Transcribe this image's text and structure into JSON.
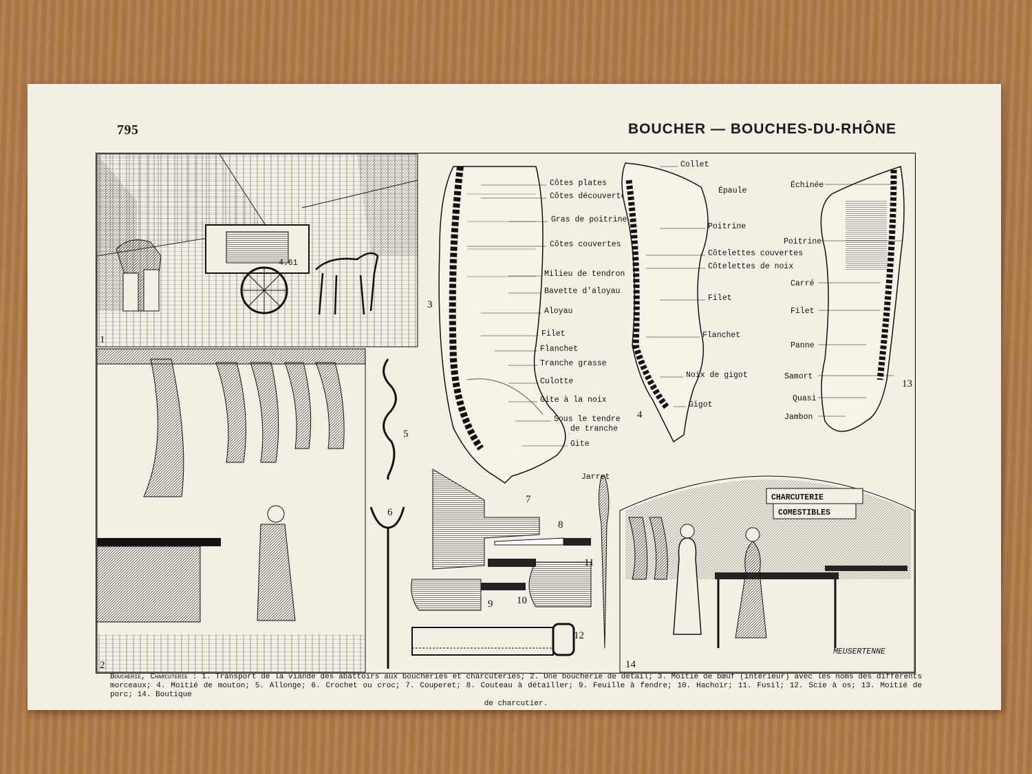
{
  "header": {
    "page_number": "795",
    "title": "BOUCHER — BOUCHES-DU-RHÔNE"
  },
  "figures": {
    "fig1": "1",
    "fig2": "2",
    "fig3": "3",
    "fig4": "4",
    "fig5": "5",
    "fig6": "6",
    "fig7": "7",
    "fig8": "8",
    "fig9": "9",
    "fig10": "10",
    "fig11": "11",
    "fig12": "12",
    "fig13": "13",
    "fig14": "14"
  },
  "beef_labels": [
    "Côtes plates",
    "Côtes découvertes",
    "Gras de poitrine",
    "Côtes couvertes",
    "Milieu de tendron",
    "Bavette d'aloyau",
    "Aloyau",
    "Filet",
    "Flanchet",
    "Tranche grasse",
    "Culotte",
    "Gite à la noix",
    "Sous le tendre",
    "de tranche",
    "Gite",
    "Jarret"
  ],
  "mutton_labels": [
    "Collet",
    "Épaule",
    "Poitrine",
    "Côtelettes couvertes",
    "Côtelettes de noix",
    "Filet",
    "Flanchet",
    "Noix de gigot",
    "Gigot"
  ],
  "pork_labels": [
    "Échinée",
    "Poitrine",
    "Carré",
    "Filet",
    "Panne",
    "Samort",
    "Quasi",
    "Jambon"
  ],
  "scene_text": {
    "cart_plate": "4.61",
    "shop_sign_1": "CHARCUTERIE",
    "shop_sign_2": "COMESTIBLES",
    "engraver_signature": "MEUSERTENNE"
  },
  "caption": {
    "lead": "Boucherie, Charcuterie :",
    "text": "1. Transport de la viande des abattoirs aux boucheries et charcuteries; 2. Une boucherie de détail; 3. Moitié de bœuf (intérieur) avec les noms des différents morceaux; 4. Moitié de mouton; 5. Allonge; 6. Crochet ou croc; 7. Couperet; 8. Couteau à détailler; 9. Feuille à fendre; 10. Hachoir; 11. Fusil; 12. Scie à os; 13. Moitié de porc; 14. Boutique",
    "end": "de charcutier."
  }
}
